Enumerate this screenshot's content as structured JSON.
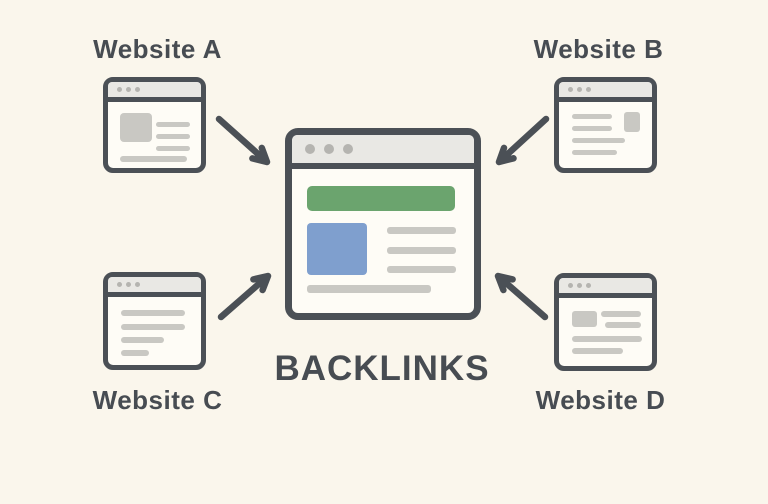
{
  "diagram": {
    "title": "BACKLINKS",
    "center": {
      "id": "backlinks-page",
      "label": "BACKLINKS",
      "description": "central webpage receiving links"
    },
    "nodes": [
      {
        "id": "website-a",
        "label": "Website A",
        "position": "top-left"
      },
      {
        "id": "website-b",
        "label": "Website B",
        "position": "top-right"
      },
      {
        "id": "website-c",
        "label": "Website C",
        "position": "bottom-left"
      },
      {
        "id": "website-d",
        "label": "Website D",
        "position": "bottom-right"
      }
    ],
    "arrows": [
      {
        "from": "website-a",
        "to": "backlinks-page",
        "direction": "down-right"
      },
      {
        "from": "website-b",
        "to": "backlinks-page",
        "direction": "down-left"
      },
      {
        "from": "website-c",
        "to": "backlinks-page",
        "direction": "up-right"
      },
      {
        "from": "website-d",
        "to": "backlinks-page",
        "direction": "up-left"
      }
    ],
    "icons": {
      "window": "browser-window-icon",
      "window_controls": "window-control-dots-icon",
      "arrow": "arrow-icon"
    },
    "colors": {
      "background": "#faf6ec",
      "stroke": "#4b5056",
      "window_fill": "#fefcf6",
      "titlebar_fill": "#e9e8e4",
      "dot_gray": "#b5b4b0",
      "content_gray": "#c9c8c3",
      "accent_green": "#6ba46e",
      "accent_blue": "#7f9fce",
      "text": "#474c52"
    }
  }
}
